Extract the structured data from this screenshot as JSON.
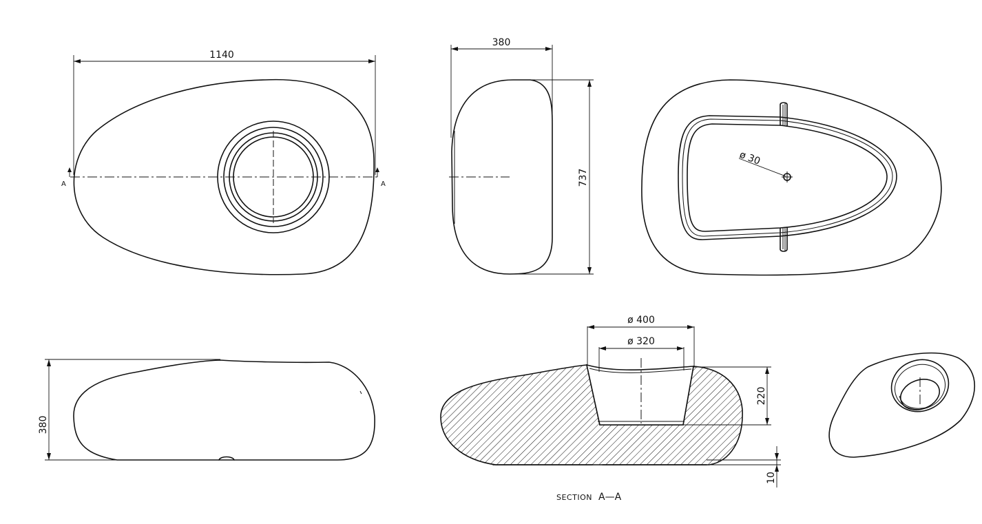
{
  "dimensions": {
    "top_width": "1140",
    "side_width": "380",
    "side_height": "737",
    "front_height": "380",
    "drain_diameter": "ø 30",
    "outer_diameter": "ø 400",
    "inner_diameter": "ø 320",
    "bowl_depth": "220",
    "base_offset": "10"
  },
  "section_markers": {
    "left": "A",
    "right": "A"
  },
  "section_title": {
    "word": "SECTION",
    "name": "A—A"
  }
}
